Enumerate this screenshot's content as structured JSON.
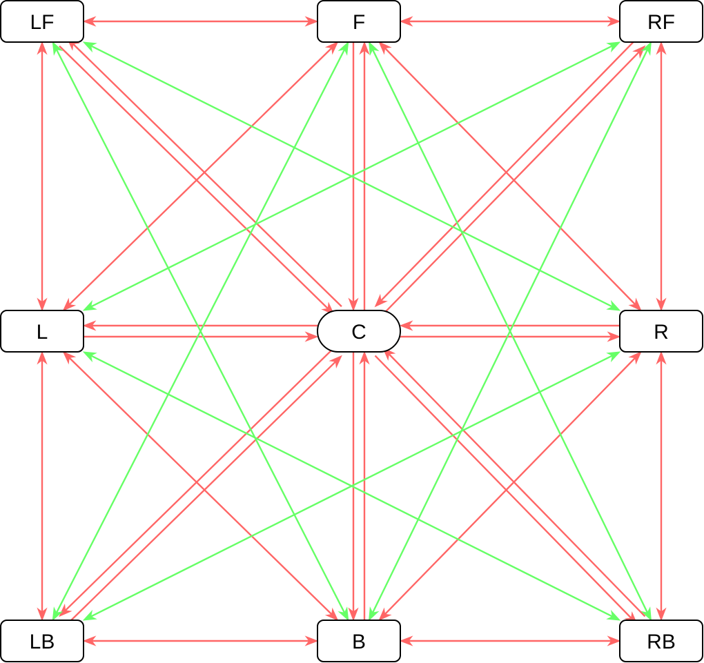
{
  "colors": {
    "red": "#ff6666",
    "green": "#66ff66",
    "node_border": "#000000",
    "node_fill": "#ffffff",
    "text": "#000000"
  },
  "nodes": [
    {
      "id": "LF",
      "label": "LF"
    },
    {
      "id": "F",
      "label": "F"
    },
    {
      "id": "RF",
      "label": "RF"
    },
    {
      "id": "L",
      "label": "L"
    },
    {
      "id": "C",
      "label": "C"
    },
    {
      "id": "R",
      "label": "R"
    },
    {
      "id": "LB",
      "label": "LB"
    },
    {
      "id": "B",
      "label": "B"
    },
    {
      "id": "RB",
      "label": "RB"
    }
  ],
  "edges": [
    {
      "from": "LF",
      "to": "F",
      "color": "red",
      "direction": "both"
    },
    {
      "from": "F",
      "to": "RF",
      "color": "red",
      "direction": "both"
    },
    {
      "from": "LB",
      "to": "B",
      "color": "red",
      "direction": "both"
    },
    {
      "from": "B",
      "to": "RB",
      "color": "red",
      "direction": "both"
    },
    {
      "from": "LF",
      "to": "L",
      "color": "red",
      "direction": "both"
    },
    {
      "from": "L",
      "to": "LB",
      "color": "red",
      "direction": "both"
    },
    {
      "from": "RF",
      "to": "R",
      "color": "red",
      "direction": "both"
    },
    {
      "from": "R",
      "to": "RB",
      "color": "red",
      "direction": "both"
    },
    {
      "from": "L",
      "to": "C",
      "color": "red",
      "direction": "forward"
    },
    {
      "from": "C",
      "to": "L",
      "color": "red",
      "direction": "forward"
    },
    {
      "from": "C",
      "to": "R",
      "color": "red",
      "direction": "forward"
    },
    {
      "from": "R",
      "to": "C",
      "color": "red",
      "direction": "forward"
    },
    {
      "from": "C",
      "to": "F",
      "color": "red",
      "direction": "forward"
    },
    {
      "from": "F",
      "to": "C",
      "color": "red",
      "direction": "forward"
    },
    {
      "from": "C",
      "to": "B",
      "color": "red",
      "direction": "forward"
    },
    {
      "from": "B",
      "to": "C",
      "color": "red",
      "direction": "forward"
    },
    {
      "from": "LF",
      "to": "C",
      "color": "red",
      "direction": "forward"
    },
    {
      "from": "C",
      "to": "LF",
      "color": "red",
      "direction": "forward"
    },
    {
      "from": "RF",
      "to": "C",
      "color": "red",
      "direction": "forward"
    },
    {
      "from": "C",
      "to": "RF",
      "color": "red",
      "direction": "forward"
    },
    {
      "from": "LB",
      "to": "C",
      "color": "red",
      "direction": "forward"
    },
    {
      "from": "C",
      "to": "LB",
      "color": "red",
      "direction": "forward"
    },
    {
      "from": "RB",
      "to": "C",
      "color": "red",
      "direction": "forward"
    },
    {
      "from": "C",
      "to": "RB",
      "color": "red",
      "direction": "forward"
    },
    {
      "from": "L",
      "to": "F",
      "color": "red",
      "direction": "both"
    },
    {
      "from": "F",
      "to": "R",
      "color": "red",
      "direction": "both"
    },
    {
      "from": "L",
      "to": "B",
      "color": "red",
      "direction": "both"
    },
    {
      "from": "B",
      "to": "R",
      "color": "red",
      "direction": "both"
    },
    {
      "from": "LF",
      "to": "B",
      "color": "green",
      "direction": "both"
    },
    {
      "from": "LF",
      "to": "R",
      "color": "green",
      "direction": "both"
    },
    {
      "from": "F",
      "to": "LB",
      "color": "green",
      "direction": "both"
    },
    {
      "from": "F",
      "to": "RB",
      "color": "green",
      "direction": "both"
    },
    {
      "from": "RF",
      "to": "L",
      "color": "green",
      "direction": "both"
    },
    {
      "from": "RF",
      "to": "B",
      "color": "green",
      "direction": "both"
    },
    {
      "from": "L",
      "to": "RB",
      "color": "green",
      "direction": "both"
    },
    {
      "from": "R",
      "to": "LB",
      "color": "green",
      "direction": "both"
    }
  ]
}
